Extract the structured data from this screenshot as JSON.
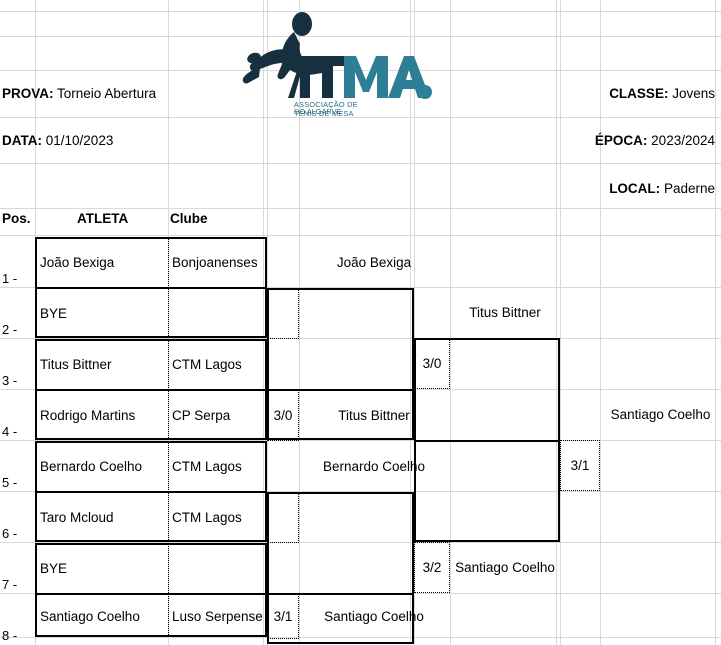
{
  "meta": {
    "prova_label": "PROVA:",
    "prova_value": "Torneio Abertura",
    "data_label": "DATA:",
    "data_value": "01/10/2023",
    "classe_label": "CLASSE:",
    "classe_value": "Jovens",
    "epoca_label": "ÉPOCA:",
    "epoca_value": "2023/2024",
    "local_label": "LOCAL:",
    "local_value": "Paderne"
  },
  "logo": {
    "wordmark": "ATMA.",
    "line1": "ASSOCIAÇÃO DE",
    "line2": "TENIS DE MESA",
    "line3": "DO ALGARVE",
    "color_dark": "#17303f",
    "color_teal": "#2e7f96"
  },
  "columns": {
    "pos": "Pos.",
    "atleta": "ATLETA",
    "clube": "Clube"
  },
  "chart_data": {
    "type": "table",
    "title": "Torneio Abertura - Jovens",
    "round1": [
      {
        "seed": "1 -",
        "athlete": "João Bexiga",
        "club": "Bonjoanenses"
      },
      {
        "seed": "2 -",
        "athlete": "BYE",
        "club": ""
      },
      {
        "seed": "3 -",
        "athlete": "Titus Bittner",
        "club": "CTM Lagos"
      },
      {
        "seed": "4 -",
        "athlete": "Rodrigo Martins",
        "club": "CP Serpa"
      },
      {
        "seed": "5 -",
        "athlete": "Bernardo Coelho",
        "club": "CTM Lagos"
      },
      {
        "seed": "6 -",
        "athlete": "Taro Mcloud",
        "club": "CTM Lagos"
      },
      {
        "seed": "7 -",
        "athlete": "BYE",
        "club": ""
      },
      {
        "seed": "8 -",
        "athlete": "Santiago Coelho",
        "club": "Luso Serpense"
      }
    ],
    "round2": [
      {
        "winner": "João Bexiga",
        "score": ""
      },
      {
        "winner": "Titus Bittner",
        "score": "3/0"
      },
      {
        "winner": "Bernardo Coelho",
        "score": ""
      },
      {
        "winner": "Santiago Coelho",
        "score": "3/1"
      }
    ],
    "round3": [
      {
        "winner": "Titus Bittner",
        "score": "3/0"
      },
      {
        "winner": "Santiago Coelho",
        "score": "3/2"
      }
    ],
    "final": [
      {
        "winner": "Santiago Coelho",
        "score": "3/1"
      }
    ]
  }
}
